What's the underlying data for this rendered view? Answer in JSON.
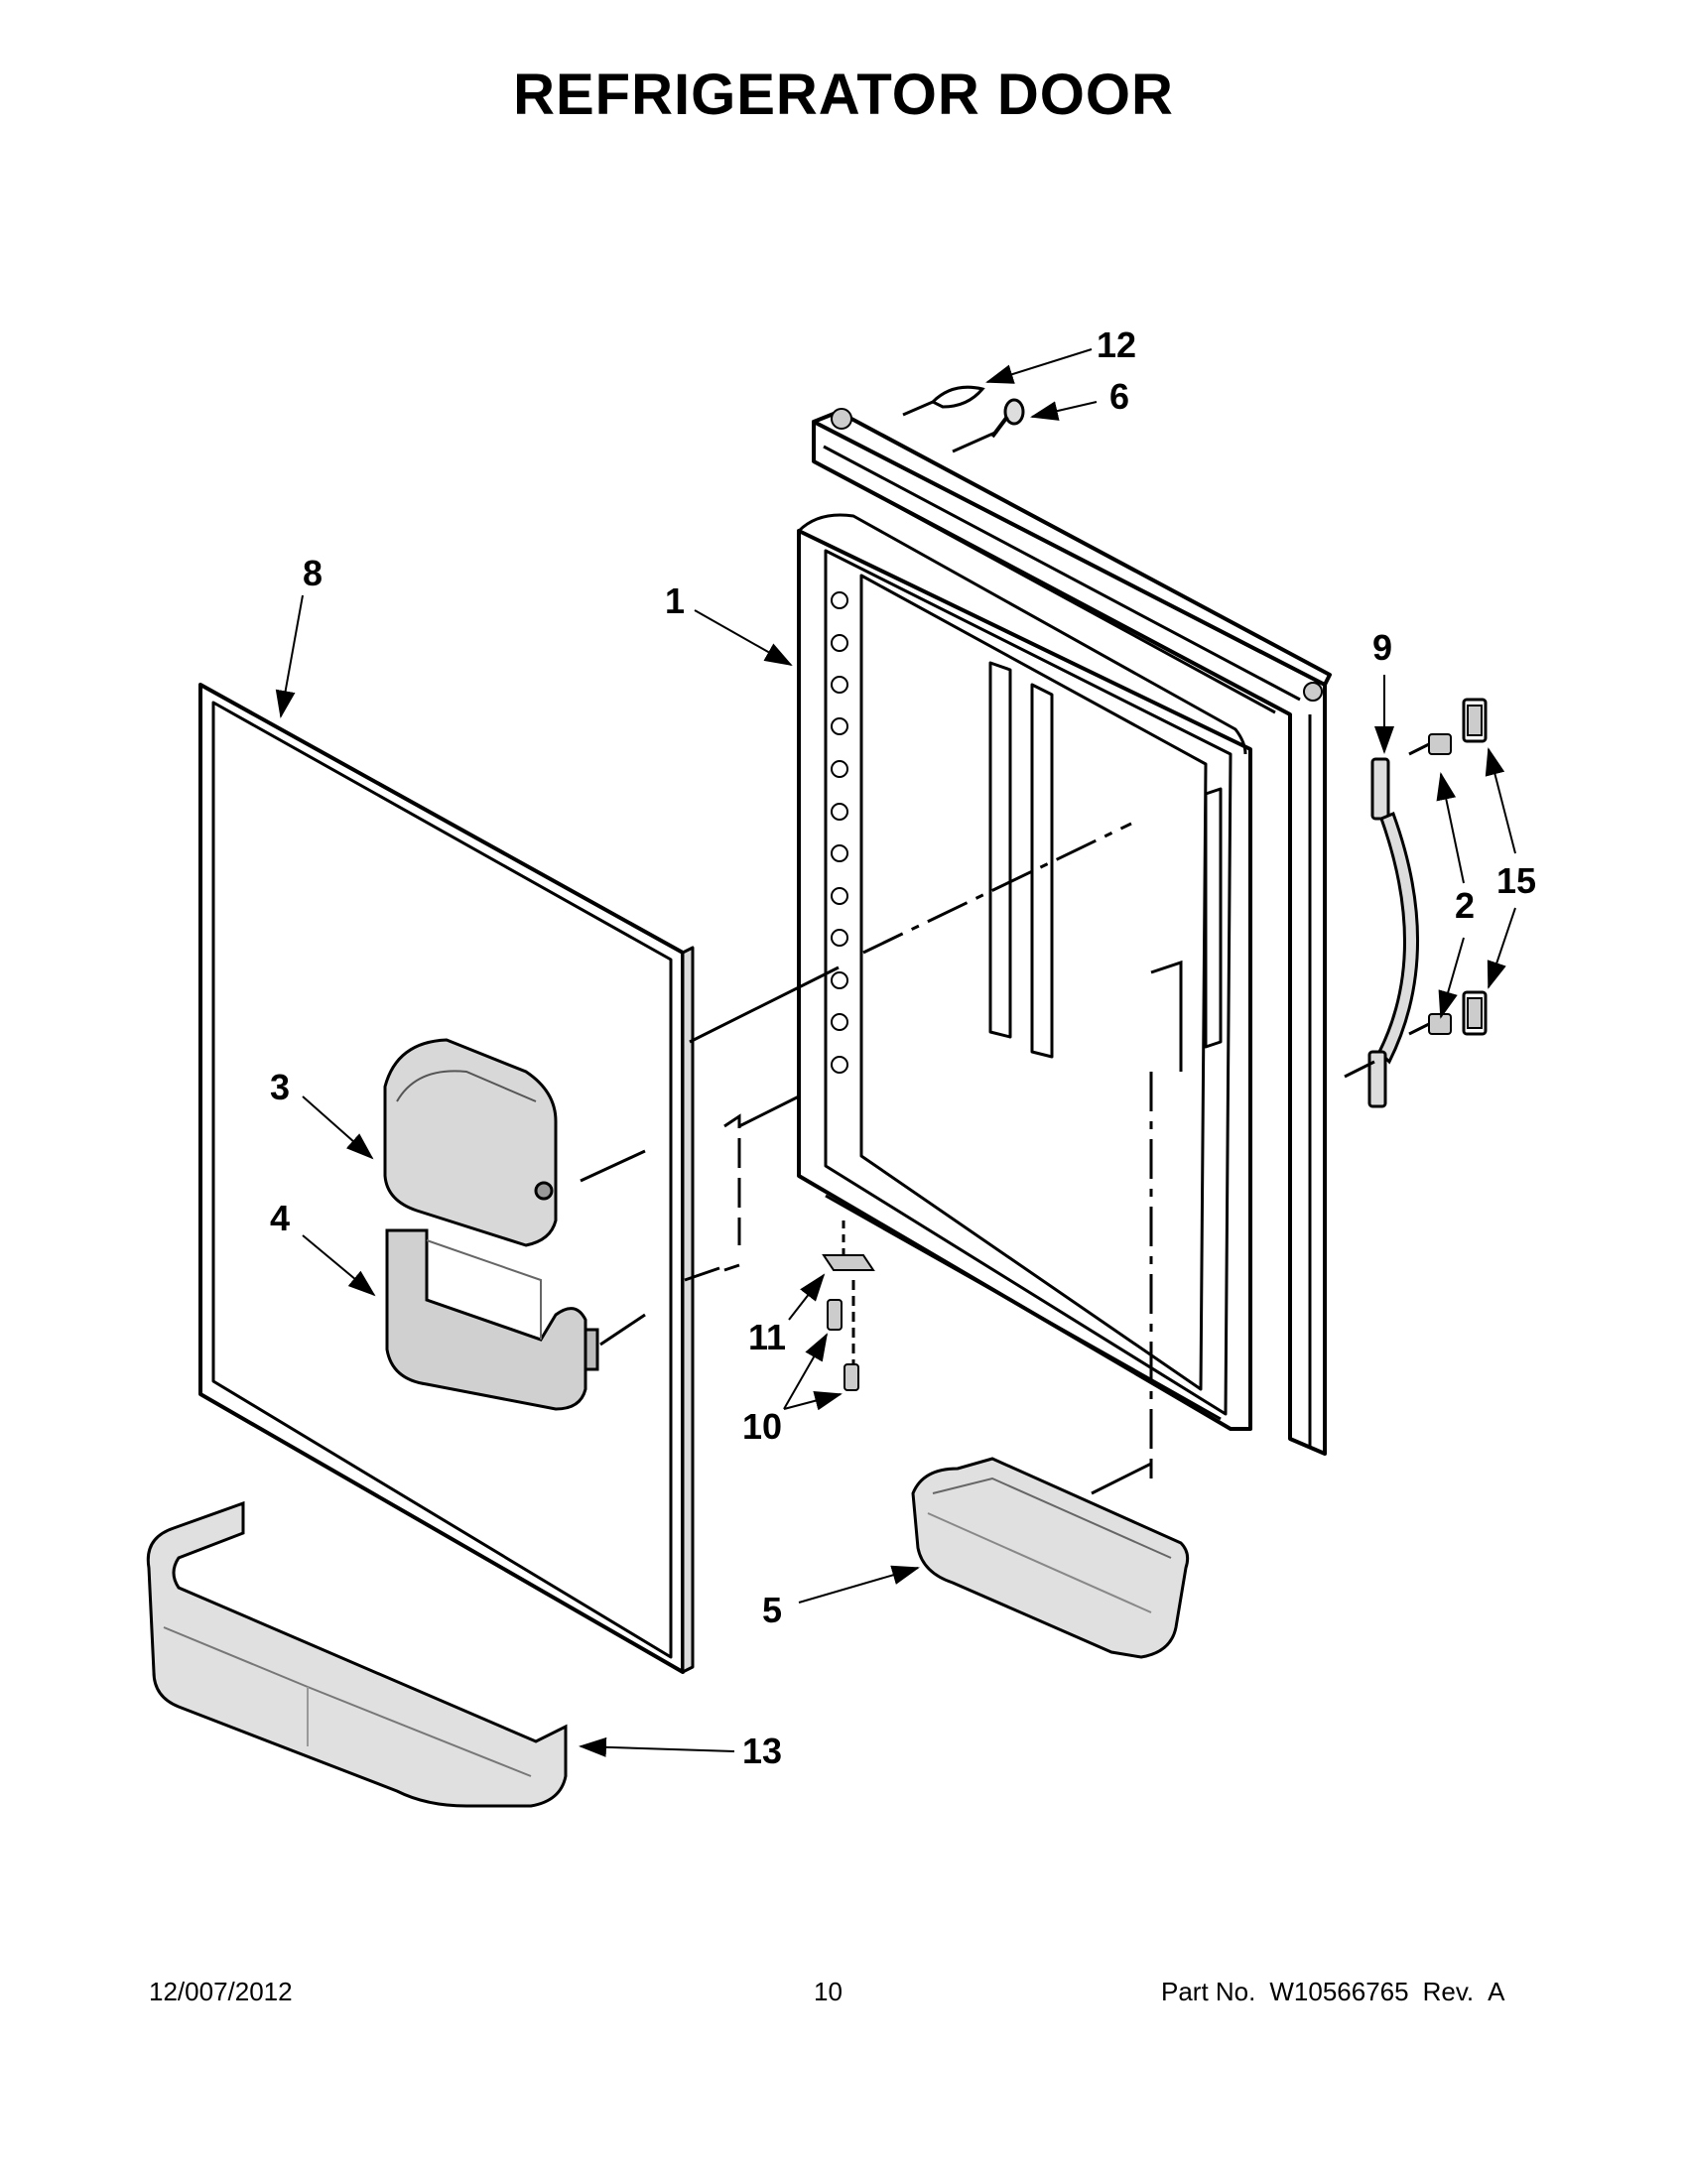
{
  "title": "REFRIGERATOR DOOR",
  "callouts": {
    "c1": "1",
    "c2": "2",
    "c3": "3",
    "c4": "4",
    "c5": "5",
    "c6": "6",
    "c8": "8",
    "c9": "9",
    "c10": "10",
    "c11": "11",
    "c12": "12",
    "c13": "13",
    "c15": "15"
  },
  "footer": {
    "date": "12/007/2012",
    "page": "10",
    "part_label": "Part No.",
    "part_number": "W10566765",
    "rev_label": "Rev.",
    "rev": "A"
  }
}
